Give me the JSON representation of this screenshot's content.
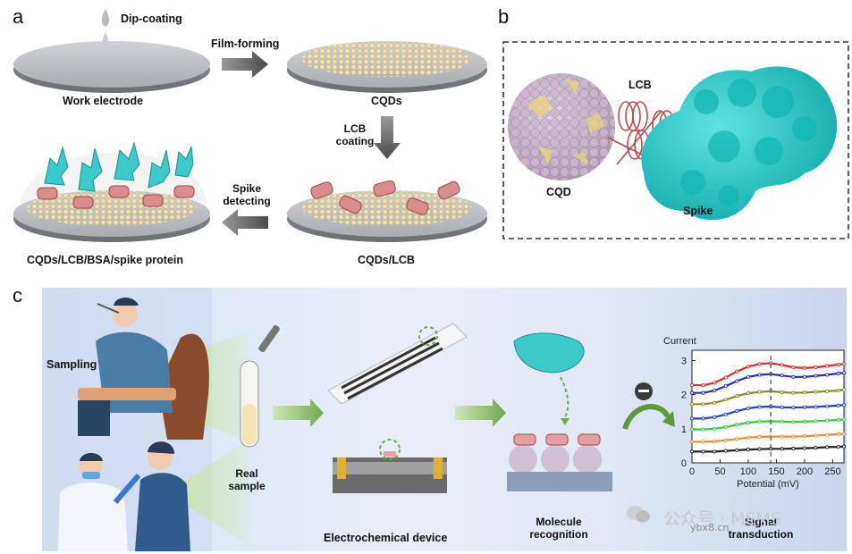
{
  "panel_letters": {
    "a": "a",
    "b": "b",
    "c": "c"
  },
  "panel_a": {
    "dip_coating": "Dip-coating",
    "work_electrode": "Work electrode",
    "film_forming": "Film-forming",
    "cqds": "CQDs",
    "lcb_coating_line1": "LCB",
    "lcb_coating_line2": "coating",
    "cqds_lcb": "CQDs/LCB",
    "spike_detecting_line1": "Spike",
    "spike_detecting_line2": "detecting",
    "final": "CQDs/LCB/BSA/spike protein"
  },
  "panel_b": {
    "lcb": "LCB",
    "cqd": "CQD",
    "spike": "Spike"
  },
  "panel_c": {
    "sampling": "Sampling",
    "real_sample_line1": "Real",
    "real_sample_line2": "sample",
    "electrochemical_device": "Electrochemical device",
    "molecule_recognition_line1": "Molecule",
    "molecule_recognition_line2": "recognition",
    "signal_transduction_line1": "Signal",
    "signal_transduction_line2": "transduction",
    "watermark_cn": "公众号 · MEMS",
    "watermark_site": "ybx8.cn"
  },
  "chart_data": {
    "type": "line",
    "ylabel": "Current",
    "xlabel": "Potential (mV)",
    "x_ticks": [
      "0",
      "50",
      "100",
      "150",
      "200",
      "250"
    ],
    "y_ticks": [
      "0",
      "1",
      "2",
      "3"
    ],
    "xlim": [
      0,
      270
    ],
    "ylim": [
      0,
      3.3
    ],
    "marker_x": 140,
    "x": [
      0,
      20,
      40,
      60,
      80,
      100,
      120,
      140,
      160,
      180,
      200,
      220,
      240,
      260,
      270
    ],
    "series": [
      {
        "color": "#e02a2a",
        "values": [
          2.28,
          2.27,
          2.35,
          2.5,
          2.68,
          2.82,
          2.9,
          2.92,
          2.87,
          2.8,
          2.78,
          2.8,
          2.84,
          2.88,
          2.9
        ]
      },
      {
        "color": "#2430b8",
        "values": [
          2.05,
          2.05,
          2.12,
          2.25,
          2.4,
          2.52,
          2.58,
          2.6,
          2.56,
          2.52,
          2.52,
          2.55,
          2.58,
          2.62,
          2.64
        ]
      },
      {
        "color": "#8a8a20",
        "values": [
          1.72,
          1.72,
          1.76,
          1.85,
          1.96,
          2.04,
          2.08,
          2.1,
          2.07,
          2.05,
          2.06,
          2.08,
          2.1,
          2.12,
          2.14
        ]
      },
      {
        "color": "#2040d8",
        "values": [
          1.3,
          1.3,
          1.34,
          1.42,
          1.52,
          1.6,
          1.64,
          1.65,
          1.63,
          1.62,
          1.63,
          1.64,
          1.66,
          1.68,
          1.7
        ]
      },
      {
        "color": "#2ccf3a",
        "values": [
          0.98,
          0.98,
          1.0,
          1.05,
          1.12,
          1.18,
          1.21,
          1.22,
          1.21,
          1.2,
          1.21,
          1.22,
          1.24,
          1.26,
          1.27
        ]
      },
      {
        "color": "#f08a2a",
        "values": [
          0.62,
          0.62,
          0.63,
          0.66,
          0.7,
          0.74,
          0.76,
          0.77,
          0.77,
          0.77,
          0.78,
          0.8,
          0.82,
          0.84,
          0.85
        ]
      },
      {
        "color": "#222222",
        "values": [
          0.33,
          0.33,
          0.33,
          0.35,
          0.37,
          0.39,
          0.4,
          0.41,
          0.41,
          0.42,
          0.43,
          0.44,
          0.46,
          0.47,
          0.48
        ]
      }
    ]
  }
}
